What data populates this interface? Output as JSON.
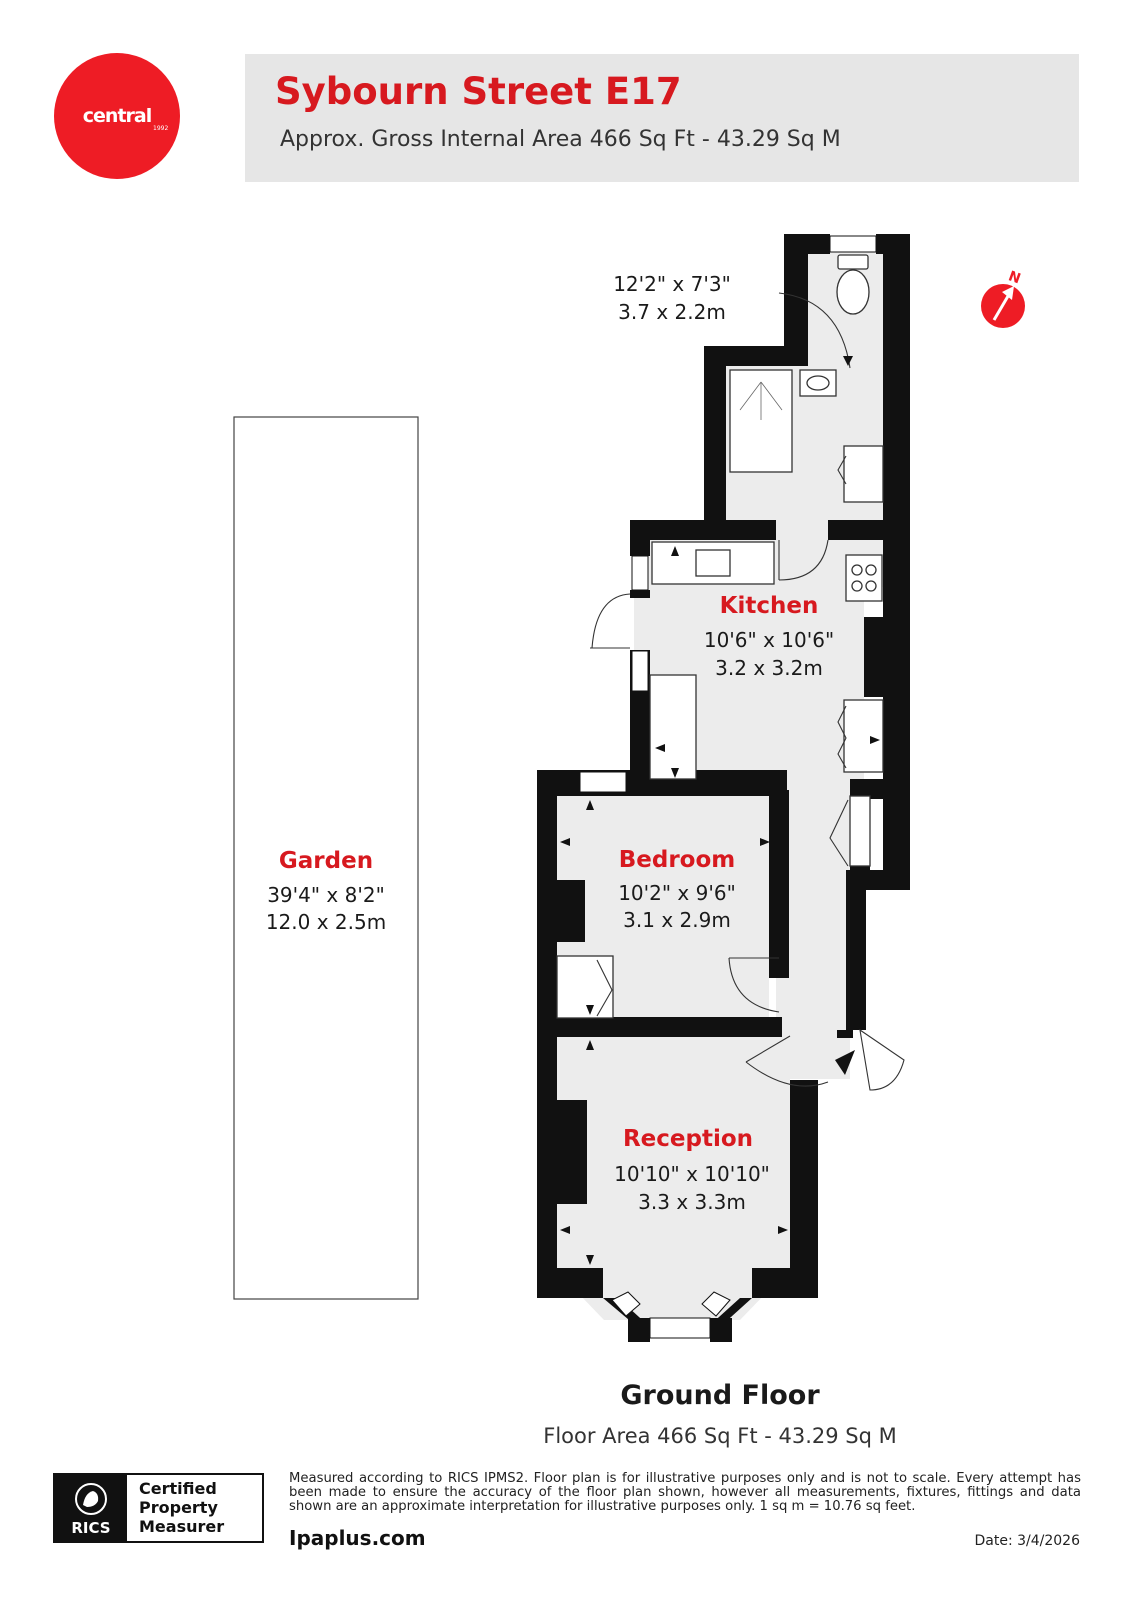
{
  "brand": {
    "logo_text": "central",
    "logo_year": "1992",
    "color": "#ee1c25"
  },
  "header": {
    "title": "Sybourn Street E17",
    "subtitle": "Approx. Gross Internal Area 466 Sq Ft - 43.29 Sq M"
  },
  "compass": {
    "label": "N"
  },
  "rooms": {
    "bathroom": {
      "dim_imperial": "12'2\" x 7'3\"",
      "dim_metric": "3.7 x 2.2m"
    },
    "kitchen": {
      "name": "Kitchen",
      "dim_imperial": "10'6\" x 10'6\"",
      "dim_metric": "3.2 x 3.2m"
    },
    "bedroom": {
      "name": "Bedroom",
      "dim_imperial": "10'2\" x 9'6\"",
      "dim_metric": "3.1 x 2.9m"
    },
    "reception": {
      "name": "Reception",
      "dim_imperial": "10'10\" x 10'10\"",
      "dim_metric": "3.3 x 3.3m"
    },
    "garden": {
      "name": "Garden",
      "dim_imperial": "39'4\" x 8'2\"",
      "dim_metric": "12.0 x 2.5m"
    }
  },
  "floor": {
    "title": "Ground Floor",
    "area": "Floor Area 466 Sq Ft - 43.29 Sq M"
  },
  "footer": {
    "rics_word": "RICS",
    "cert_line1": "Certified",
    "cert_line2": "Property",
    "cert_line3": "Measurer",
    "disclaimer": "Measured according to RICS IPMS2. Floor plan is for illustrative purposes only and is not to scale. Every attempt has been made to ensure the accuracy of the floor plan shown, however all measurements, fixtures, fittings and data shown are an approximate interpretation for illustrative purposes only. 1 sq m = 10.76 sq feet.",
    "website": "Ipaplus.com",
    "date": "Date: 3/4/2026"
  }
}
